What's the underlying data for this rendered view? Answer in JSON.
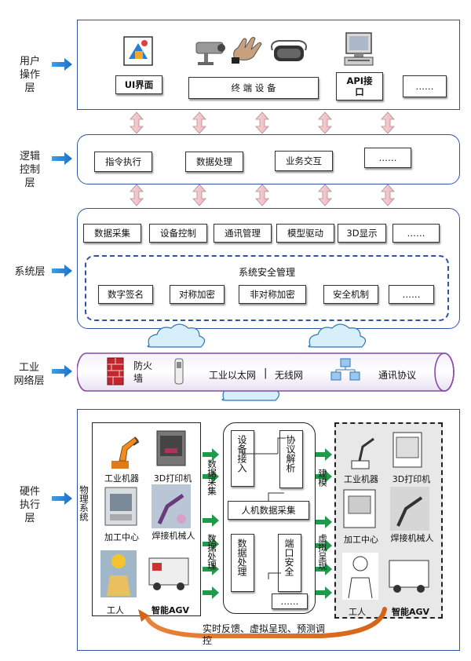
{
  "layers": {
    "user": "用户\n操作\n层",
    "logic": "逻辑\n控制\n层",
    "system": "系统层",
    "network": "工业\n网络层",
    "hardware": "硬件\n执行\n层"
  },
  "user_layer": {
    "ui": "UI界面",
    "terminal": "终 端 设 备",
    "api": "API接\n口",
    "more": "……"
  },
  "logic_layer": {
    "cmd": "指令执行",
    "data": "数据处理",
    "biz": "业务交互",
    "more": "……"
  },
  "system_layer": {
    "items": [
      "数据采集",
      "设备控制",
      "通讯管理",
      "模型驱动",
      "3D显示",
      "……"
    ],
    "security_title": "系统安全管理",
    "security_items": [
      "数字签名",
      "对称加密",
      "非对称加密",
      "安全机制",
      "……"
    ]
  },
  "network_layer": {
    "firewall": "防火\n墙",
    "ethernet": "工业以太网",
    "separator": "|",
    "wireless": "无线网",
    "protocol": "通讯协议"
  },
  "hardware_layer": {
    "physical_label": "物理系统",
    "physical": [
      "工业机器",
      "3D打印机",
      "加工中心",
      "焊接机械人",
      "工人",
      "智能AGV"
    ],
    "collect_label": "数据采集",
    "process_label": "数据处理",
    "device_access": "设备接入",
    "protocol_parse": "协议解析",
    "hmi": "人机数据采集",
    "data_proc": "数据处理",
    "port_security": "端口安全",
    "more": "……",
    "mapping_label": "建模",
    "virtual_label": "虚拟呈现",
    "virtual": [
      "工业机器",
      "3D打印机",
      "加工中心",
      "焊接机械人",
      "工人",
      "智能AGV"
    ],
    "feedback": "实时反馈、虚拟呈现、预测调控"
  }
}
